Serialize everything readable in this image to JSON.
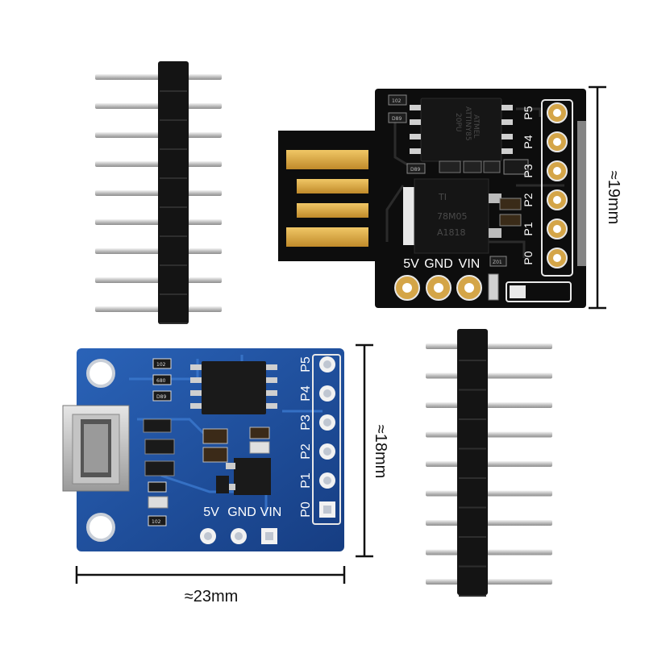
{
  "black_board": {
    "pin_labels": [
      "P5",
      "P4",
      "P3",
      "P2",
      "P1",
      "P0"
    ],
    "power_labels": [
      "5V",
      "GND",
      "VIN"
    ],
    "dimension": "≈19mm",
    "chip_markings": [
      "ATMEL",
      "ATTINY85",
      "20PU"
    ],
    "regulator_markings": [
      "TI",
      "78M05",
      "A1818"
    ],
    "smd_labels": [
      "102",
      "D89",
      "D89",
      "Z01"
    ]
  },
  "blue_board": {
    "pin_labels": [
      "P5",
      "P4",
      "P3",
      "P2",
      "P1",
      "P0"
    ],
    "power_labels": [
      "5V",
      "GND",
      "VIN"
    ],
    "height_dimension": "≈18mm",
    "width_dimension": "≈23mm",
    "smd_labels": [
      "102",
      "680",
      "D89",
      "102"
    ]
  },
  "colors": {
    "black_pcb": "#0d0d0d",
    "blue_pcb": "#1f4f9e",
    "gold": "#d9a441",
    "pin_silver": "#d8d8d8",
    "header_plastic": "#1a1a1a"
  }
}
